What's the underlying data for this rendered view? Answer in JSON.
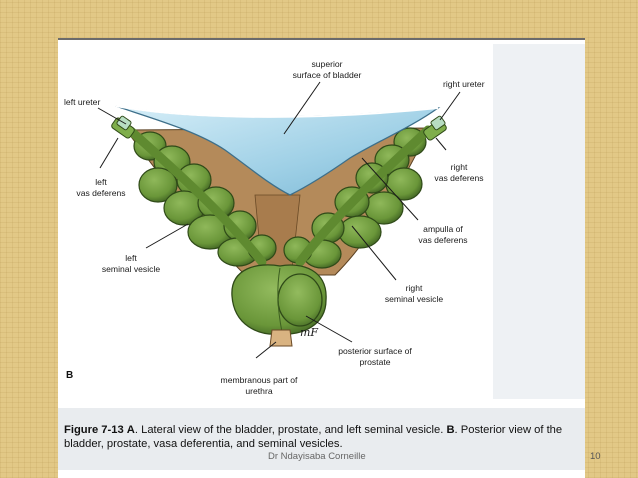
{
  "labels": {
    "superior_surface": "superior\nsurface of bladder",
    "right_ureter": "right ureter",
    "left_ureter": "left ureter",
    "left_vas": "left\nvas deferens",
    "right_vas": "right\nvas deferens",
    "ampulla": "ampulla of\nvas deferens",
    "left_sv": "left\nseminal vesicle",
    "right_sv": "right\nseminal vesicle",
    "posterior_prostate": "posterior surface of\nprostate",
    "membranous_urethra": "membranous part of\nurethra",
    "panel_letter": "B",
    "artist_initials": "mF"
  },
  "caption": {
    "fig_label": "Figure 7-13",
    "a_letter": "A",
    "a_text": ". Lateral view of the bladder, prostate, and left seminal vesicle. ",
    "b_letter": "B",
    "b_text": ". Posterior view of the bladder, prostate, vasa deferentia, and seminal vesicles."
  },
  "footer": {
    "author": "Dr Ndayisaba Corneille",
    "page": "10"
  },
  "colors": {
    "bladder": "#a8d8ec",
    "vesicle": "#6f9a3c",
    "vesicle_dark": "#3e5f22",
    "tissue": "#b48a5a",
    "caption_bg": "#e9ecef",
    "slide_bg": "#e2c886"
  }
}
